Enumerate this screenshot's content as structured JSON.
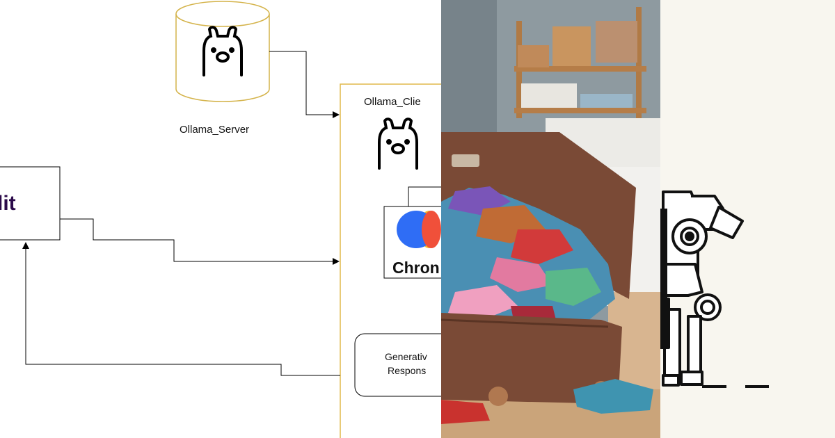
{
  "diagram": {
    "server_label": "Ollama_Server",
    "client_label": "Ollama_Clie",
    "app_label": "lit",
    "chroma_label": "Chron",
    "response_label_line1": "Generativ",
    "response_label_line2": "Respons",
    "colors": {
      "server_border": "#d4b34a",
      "client_border": "#e0b84a",
      "app_text": "#2b0a4a",
      "chroma_blue": "#2f6df5",
      "chroma_red": "#f0503a",
      "chroma_yellow": "#f3b92a"
    }
  },
  "photo": {
    "description_icon": "suitcase-with-clothes-image"
  },
  "robot": {
    "icon": "robot-line-art-image"
  }
}
